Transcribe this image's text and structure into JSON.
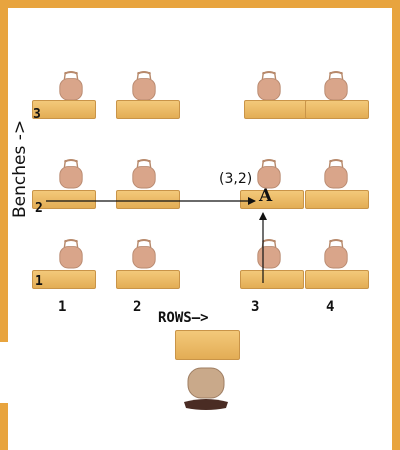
{
  "side_label": "Benches ->",
  "rows_label": "ROWS—>",
  "bench_numbers": [
    "1",
    "2",
    "3"
  ],
  "row_numbers": [
    "1",
    "2",
    "3",
    "4"
  ],
  "highlight": {
    "coord": "(3,2)",
    "letter": "A"
  },
  "colors": {
    "wall": "#e8a43e",
    "bench": "#e8b765",
    "chair": "#d9a58a",
    "teacher_chair": "#c9a98a",
    "arrow": "#111111"
  },
  "icons": {
    "chair": "chair-icon",
    "bench": "bench-icon",
    "teacher_desk": "desk-icon",
    "teacher_chair": "teacher-chair-icon"
  }
}
